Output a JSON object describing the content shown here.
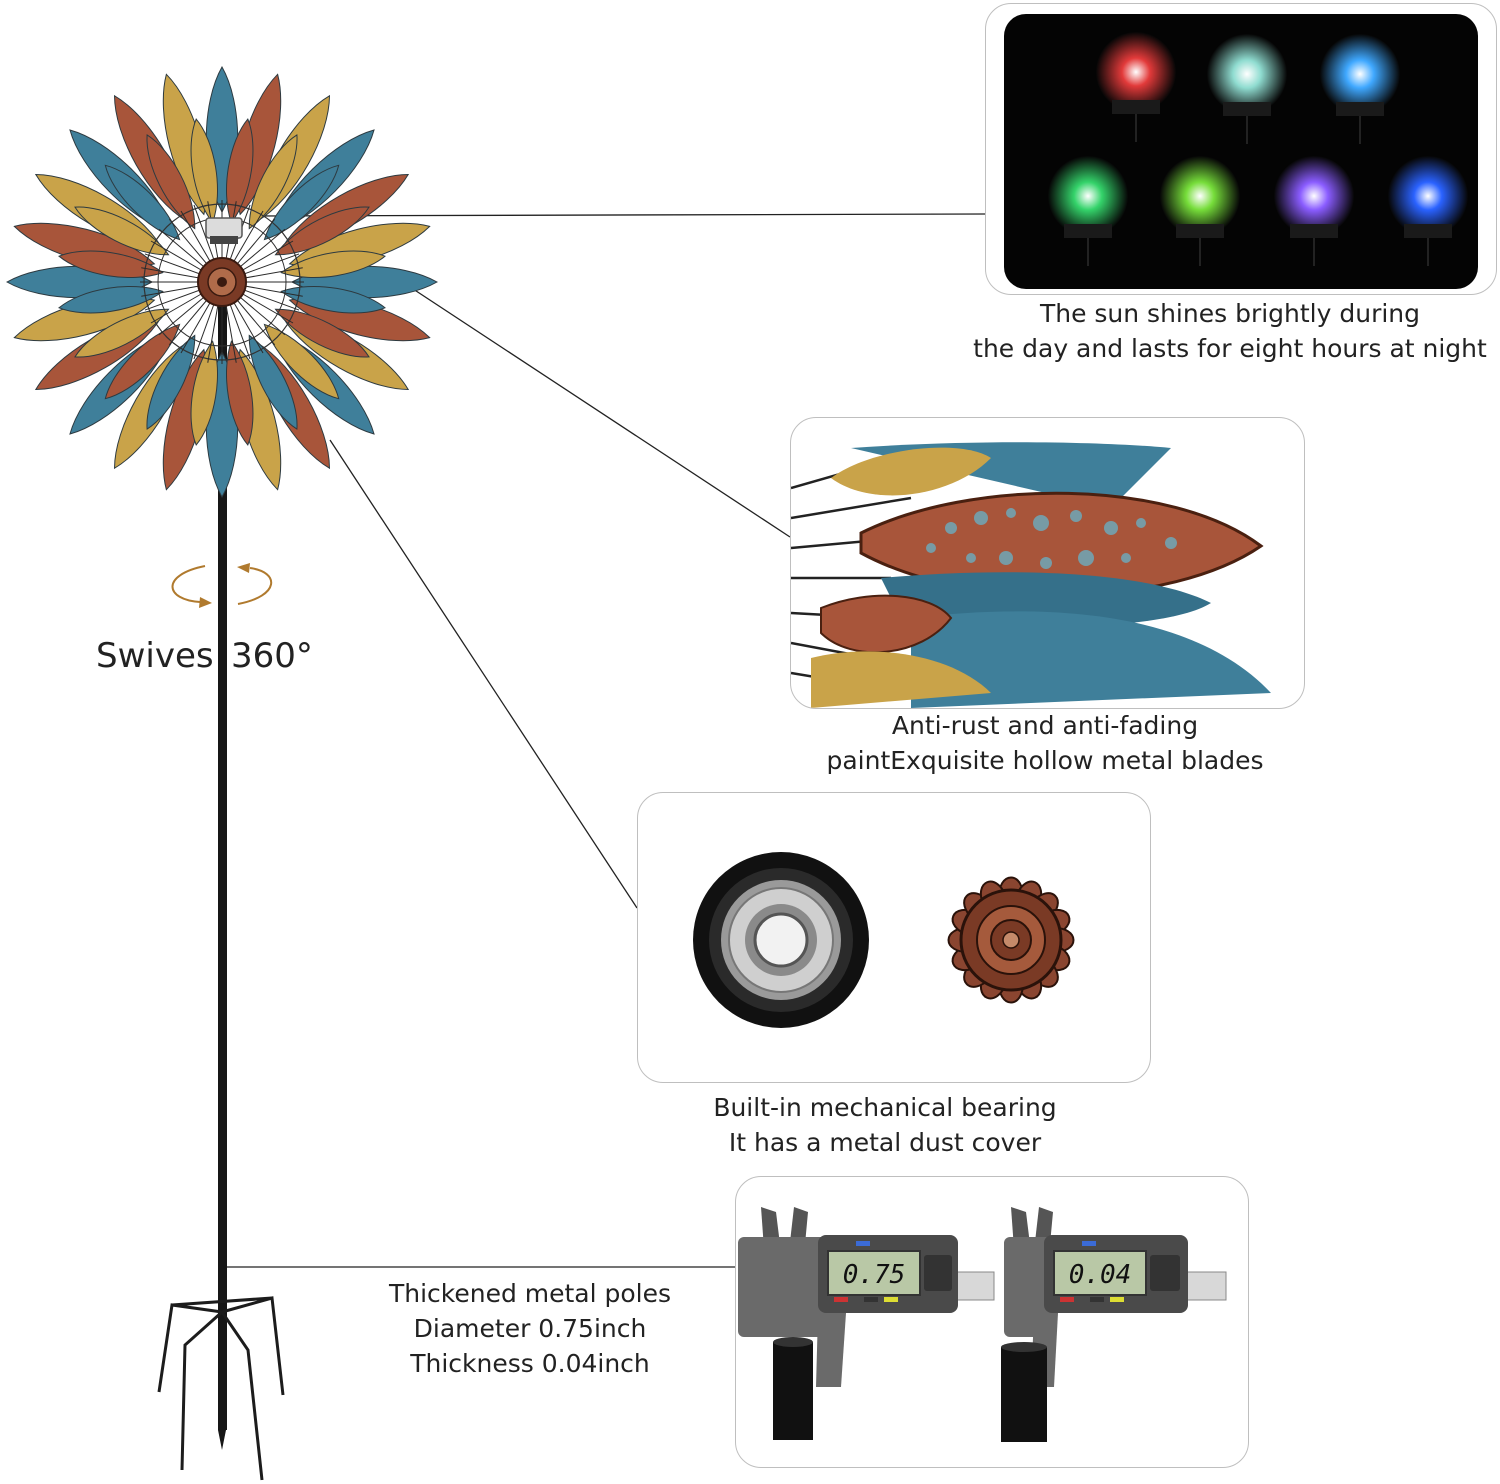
{
  "features": {
    "solar_lights": {
      "caption_line1": "The sun shines brightly during",
      "caption_line2": "the day and lasts for eight hours at night",
      "globe_colors": [
        "#e23a3a",
        "#8fdcd0",
        "#3fa8ff",
        "#34d36a",
        "#76dd3a",
        "#8a5cff",
        "#2a62ff"
      ]
    },
    "blades": {
      "caption_line1": "Anti-rust and anti-fading",
      "caption_line2": "paintExquisite hollow metal blades"
    },
    "bearing": {
      "caption_line1": "Built-in mechanical bearing",
      "caption_line2": "It has a metal dust cover"
    },
    "poles": {
      "caption_line1": "Thickened metal poles",
      "caption_line2": "Diameter 0.75inch",
      "caption_line3": "Thickness 0.04inch",
      "caliper_reading_1": "0.75",
      "caliper_reading_2": "0.04"
    }
  },
  "swivel": {
    "label_left": "Swives",
    "label_right": "360°"
  },
  "colors": {
    "blade_blue": "#3f7f9a",
    "blade_copper": "#a8553a",
    "blade_gold": "#c9a349",
    "pole": "#1a1a1a",
    "swivel_arrow": "#b07a2e"
  }
}
